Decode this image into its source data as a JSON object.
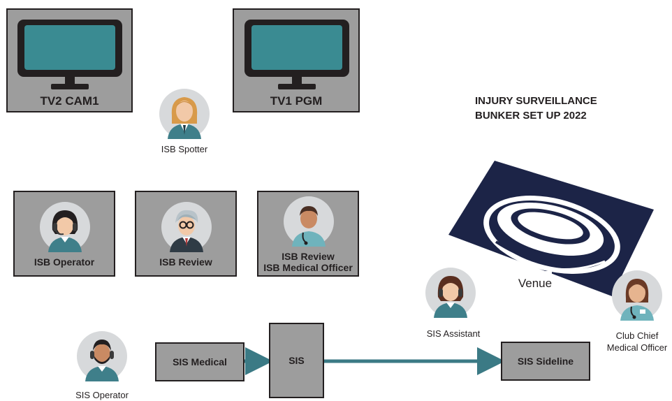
{
  "title": {
    "line1": "INJURY SURVEILLANCE",
    "line2": "BUNKER SET UP 2022"
  },
  "monitors": [
    {
      "label": "TV2 CAM1",
      "icon": "monitor-icon"
    },
    {
      "label": "TV1 PGM",
      "icon": "monitor-icon"
    }
  ],
  "isb": {
    "spotter": "ISB Spotter",
    "operator": "ISB Operator",
    "review": "ISB Review",
    "review_medical_line1": "ISB Review",
    "review_medical_line2": "ISB Medical Officer"
  },
  "sis": {
    "medical": "SIS Medical",
    "sis": "SIS",
    "sideline": "SIS Sideline",
    "operator": "SIS Operator",
    "assistant": "SIS Assistant"
  },
  "venue": {
    "label": "Venue",
    "icon": "stadium-icon"
  },
  "club": {
    "line1": "Club Chief",
    "line2": "Medical Officer"
  },
  "colors": {
    "box_fill": "#9d9d9d",
    "box_border": "#231f20",
    "arrow": "#3b7a85",
    "screen": "#3a8b92",
    "venue_bg": "#1c2447",
    "avatar_bg": "#d7d9db"
  }
}
